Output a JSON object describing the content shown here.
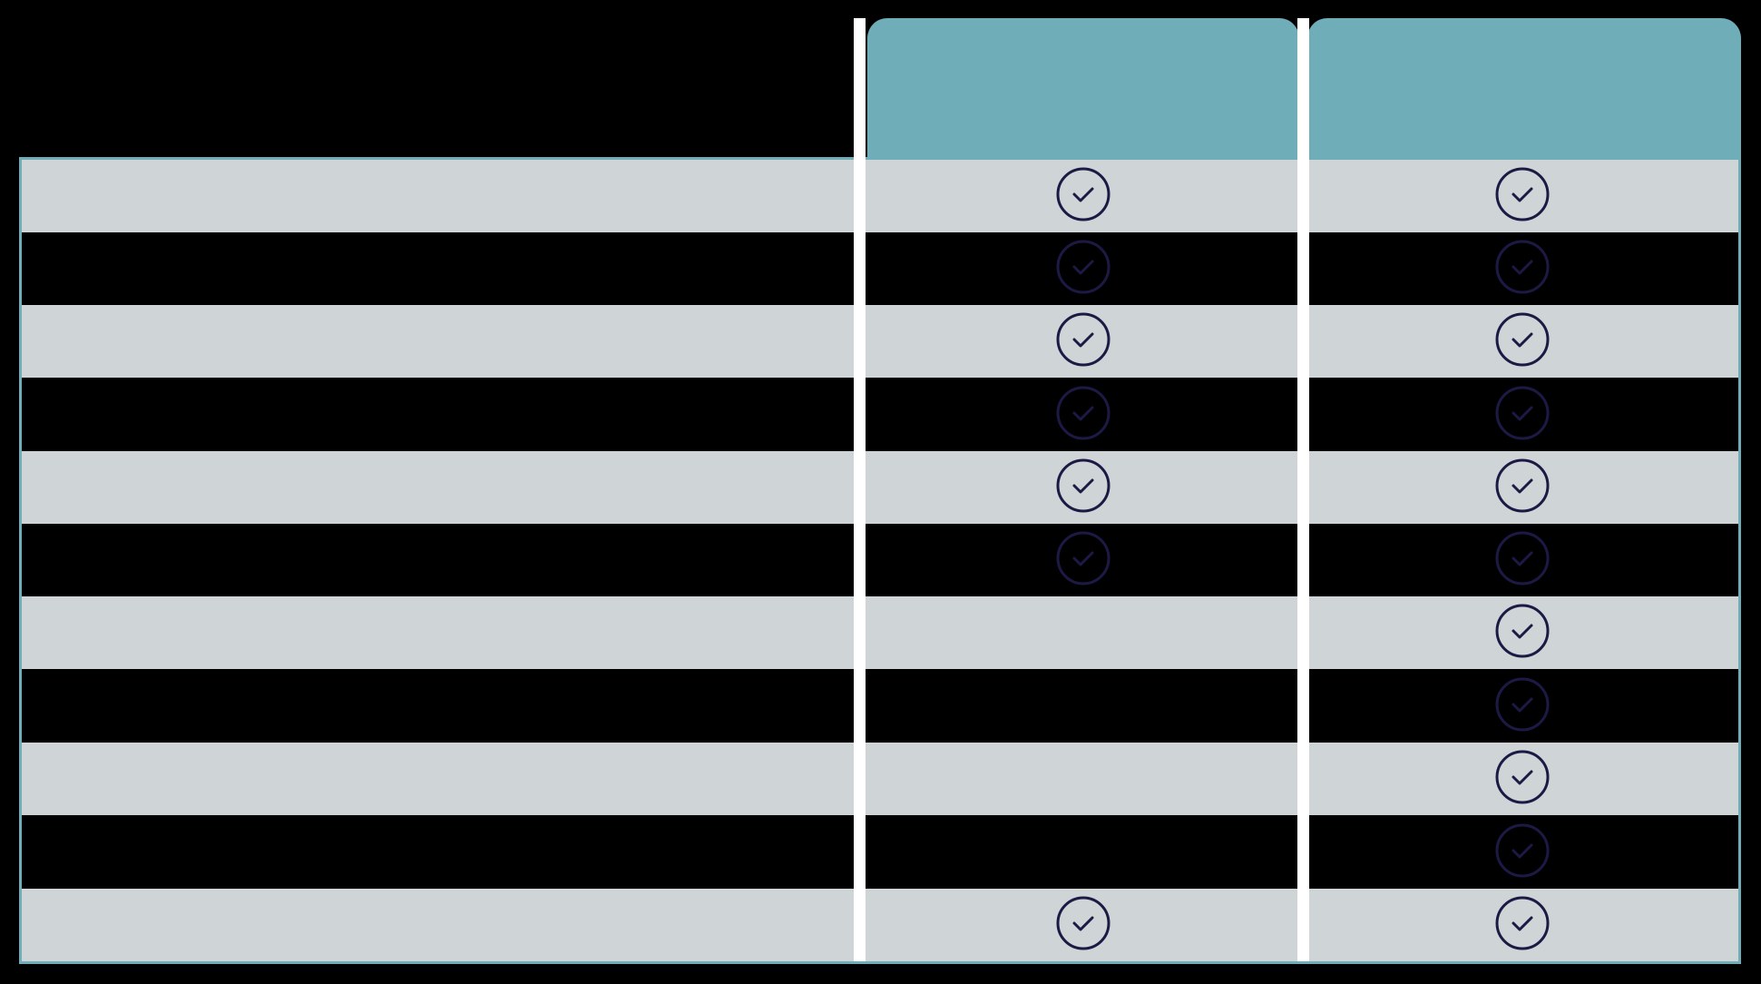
{
  "colors": {
    "background": "#000000",
    "header_tab": "#6fadb8",
    "row_light": "#cfd5d6",
    "row_dark": "#000000",
    "divider": "#ffffff",
    "check_stroke": "#1c1a45",
    "frame": "#6fadb8"
  },
  "header": {
    "columns": [
      {
        "label": ""
      },
      {
        "label": ""
      }
    ]
  },
  "icons": {
    "check": "check-circle-icon"
  },
  "rows": [
    {
      "label": "",
      "shade": "light",
      "col1": true,
      "col2": true
    },
    {
      "label": "",
      "shade": "dark",
      "col1": true,
      "col2": true
    },
    {
      "label": "",
      "shade": "light",
      "col1": true,
      "col2": true
    },
    {
      "label": "",
      "shade": "dark",
      "col1": true,
      "col2": true
    },
    {
      "label": "",
      "shade": "light",
      "col1": true,
      "col2": true
    },
    {
      "label": "",
      "shade": "dark",
      "col1": true,
      "col2": true
    },
    {
      "label": "",
      "shade": "light",
      "col1": false,
      "col2": true
    },
    {
      "label": "",
      "shade": "dark",
      "col1": false,
      "col2": true
    },
    {
      "label": "",
      "shade": "light",
      "col1": false,
      "col2": true
    },
    {
      "label": "",
      "shade": "dark",
      "col1": false,
      "col2": true
    },
    {
      "label": "",
      "shade": "light",
      "col1": true,
      "col2": true
    }
  ]
}
